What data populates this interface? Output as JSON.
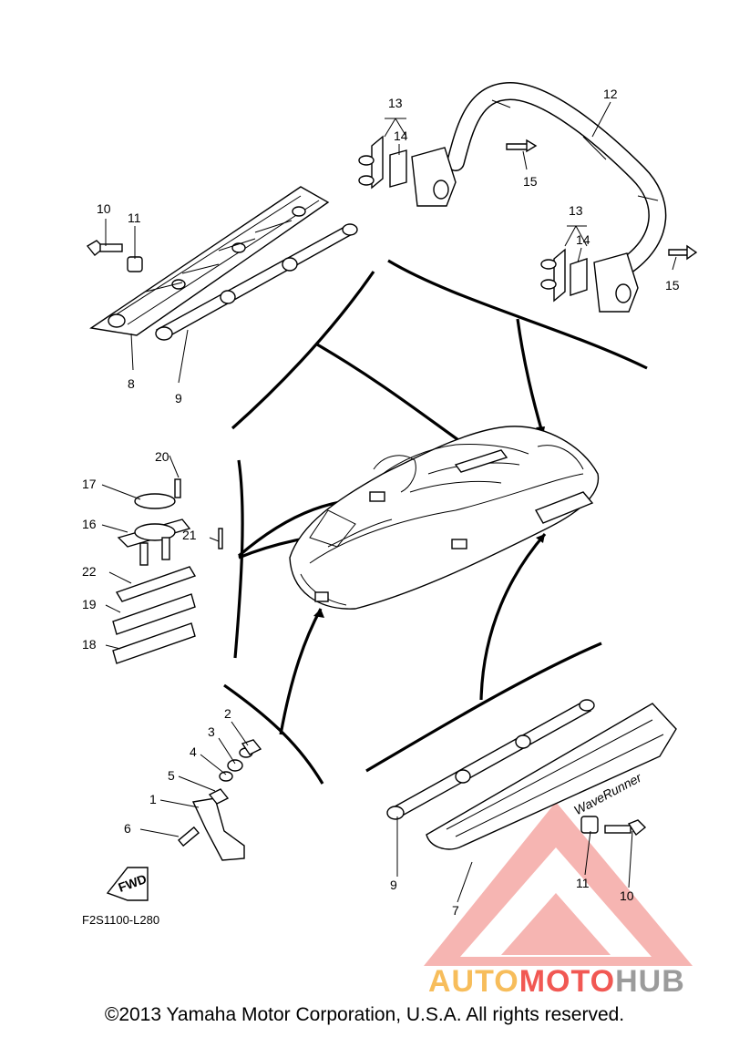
{
  "labels": {
    "l1": "1",
    "l2": "2",
    "l3": "3",
    "l4": "4",
    "l5": "5",
    "l6": "6",
    "l7": "7",
    "l8": "8",
    "l9a": "9",
    "l9b": "9",
    "l10a": "10",
    "l10b": "10",
    "l11a": "11",
    "l11b": "11",
    "l12": "12",
    "l13a": "13",
    "l13b": "13",
    "l14a": "14",
    "l14b": "14",
    "l15a": "15",
    "l15b": "15",
    "l16": "16",
    "l17": "17",
    "l18": "18",
    "l19": "19",
    "l20": "20",
    "l21": "21",
    "l22": "22"
  },
  "fwd_text": "FWD",
  "board_text": "WaveRunner",
  "diagram_code": "F2S1100-L280",
  "watermark": {
    "part1": "AUTO",
    "part2": "MOTO",
    "part3": "HUB",
    "color1": "#f6b23f",
    "color2": "#ef3b36",
    "color3": "#8a8a8a"
  },
  "copyright": "©2013 Yamaha Motor Corporation, U.S.A. All rights reserved."
}
